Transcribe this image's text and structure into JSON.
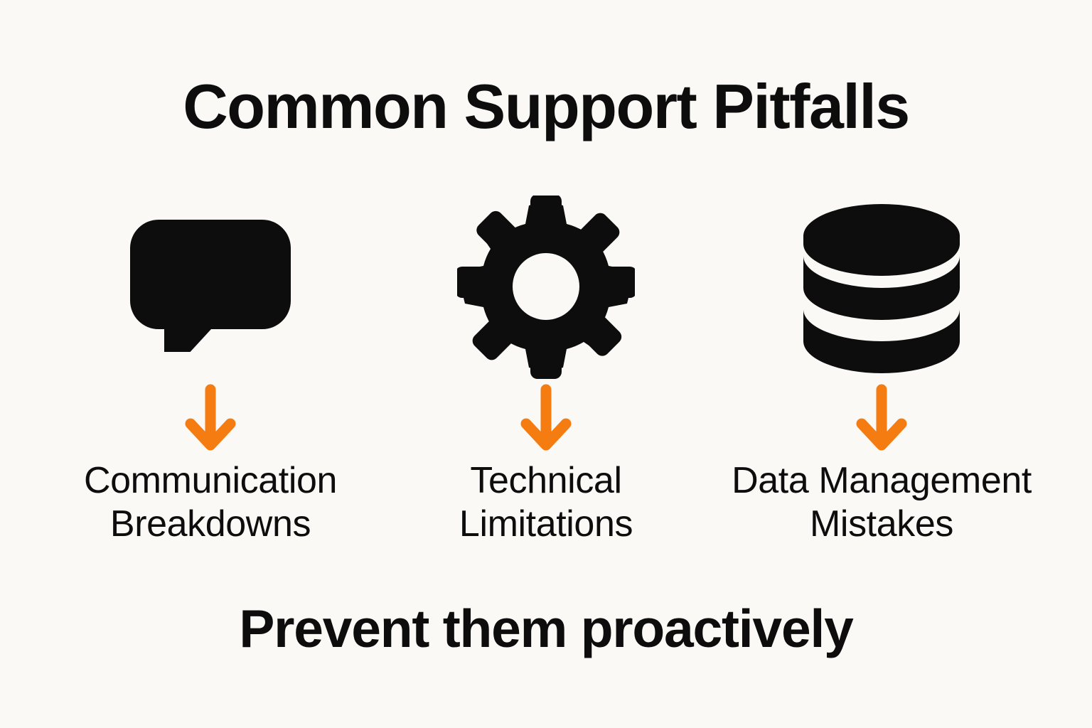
{
  "poster": {
    "title": "Common Support Pitfalls",
    "tagline": "Prevent them proactively",
    "background_color": "#faf9f6",
    "text_color": "#0d0d0d",
    "accent_color": "#f47c10",
    "columns": [
      {
        "icon": "speech-bubble-icon",
        "label": "Communication\nBreakdowns",
        "arrow": "down-arrow-icon"
      },
      {
        "icon": "gear-icon",
        "label": "Technical\nLimitations",
        "arrow": "down-arrow-icon"
      },
      {
        "icon": "database-icon",
        "label": "Data Management\nMistakes",
        "arrow": "down-arrow-icon"
      }
    ]
  }
}
